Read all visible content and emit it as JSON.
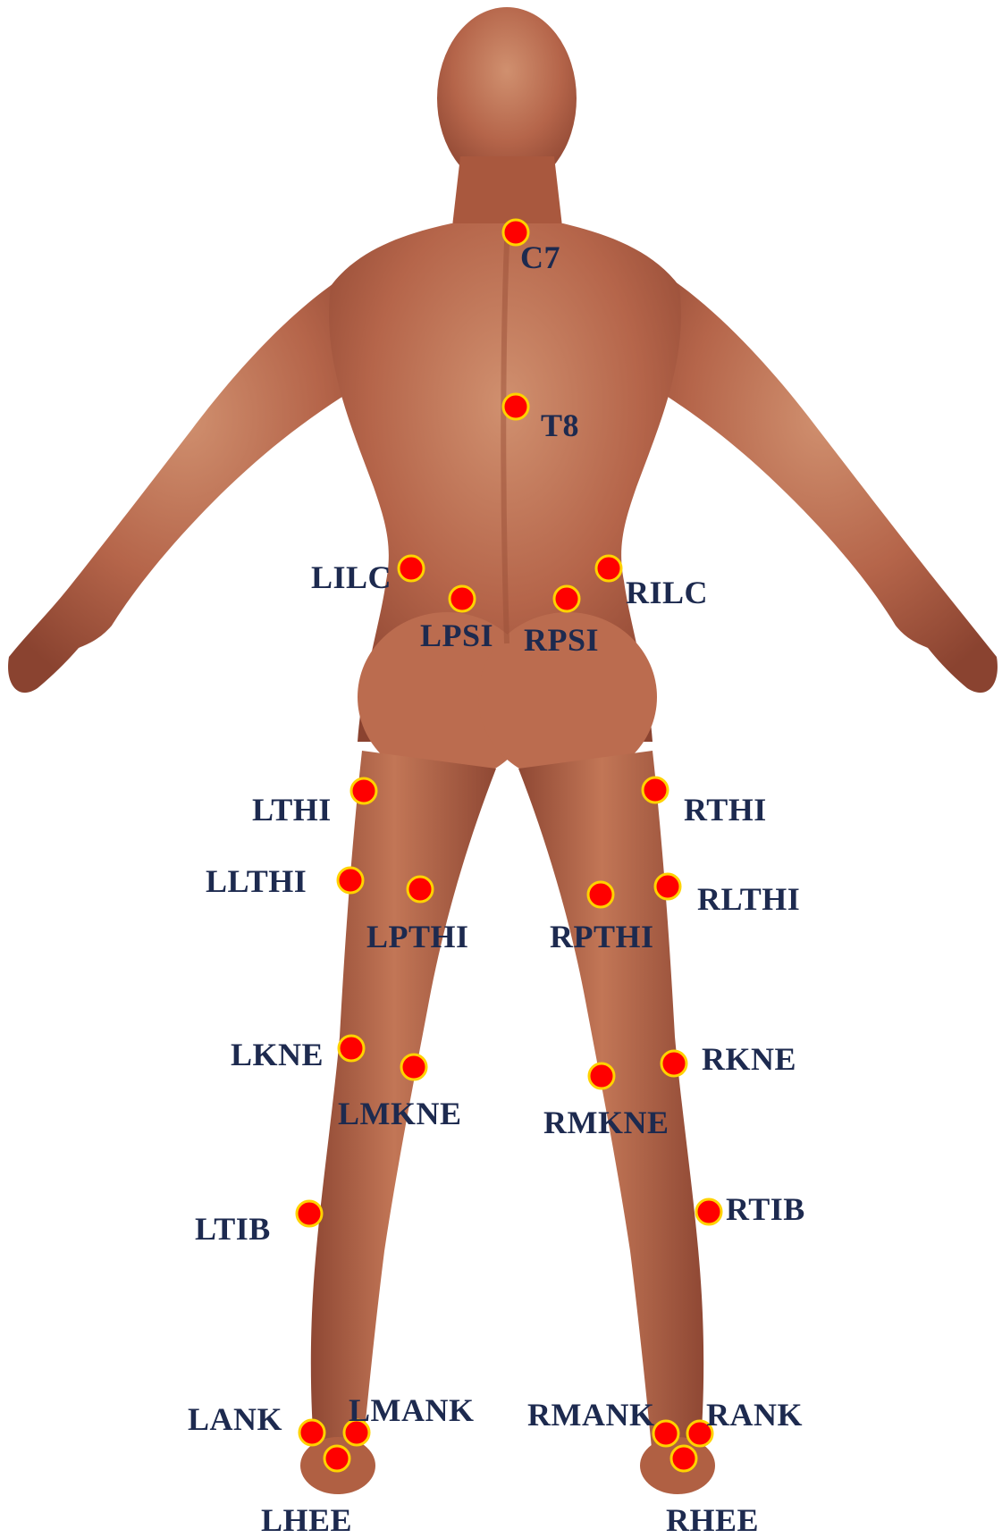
{
  "colors": {
    "skin": "#b5654a",
    "skin_dark": "#8a4330",
    "skin_light": "#cf8a6c",
    "marker_fill": "#ff0000",
    "marker_ring": "#ffd200",
    "label": "#1d2a4f"
  },
  "markers": [
    {
      "id": "C7",
      "label": "C7"
    },
    {
      "id": "T8",
      "label": "T8"
    },
    {
      "id": "LILC",
      "label": "LILC"
    },
    {
      "id": "RILC",
      "label": "RILC"
    },
    {
      "id": "LPSI",
      "label": "LPSI"
    },
    {
      "id": "RPSI",
      "label": "RPSI"
    },
    {
      "id": "LTHI",
      "label": "LTHI"
    },
    {
      "id": "RTHI",
      "label": "RTHI"
    },
    {
      "id": "LLTHI",
      "label": "LLTHI"
    },
    {
      "id": "LPTHI",
      "label": "LPTHI"
    },
    {
      "id": "RPTHI",
      "label": "RPTHI"
    },
    {
      "id": "RLTHI",
      "label": "RLTHI"
    },
    {
      "id": "LKNE",
      "label": "LKNE"
    },
    {
      "id": "LMKNE",
      "label": "LMKNE"
    },
    {
      "id": "RMKNE",
      "label": "RMKNE"
    },
    {
      "id": "RKNE",
      "label": "RKNE"
    },
    {
      "id": "LTIB",
      "label": "LTIB"
    },
    {
      "id": "RTIB",
      "label": "RTIB"
    },
    {
      "id": "LANK",
      "label": "LANK"
    },
    {
      "id": "LMANK",
      "label": "LMANK"
    },
    {
      "id": "RMANK",
      "label": "RMANK"
    },
    {
      "id": "RANK",
      "label": "RANK"
    },
    {
      "id": "LHEE",
      "label": "LHEE"
    },
    {
      "id": "RHEE",
      "label": "RHEE"
    }
  ]
}
